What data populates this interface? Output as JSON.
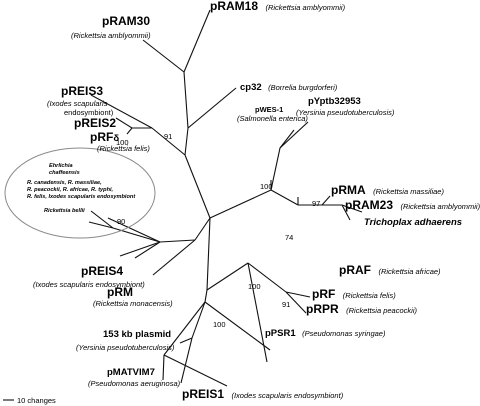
{
  "tree": {
    "scale_bar_label": "10 changes",
    "bootstrap_values": [
      "91",
      "100",
      "90",
      "100",
      "97",
      "74",
      "100",
      "91",
      "100"
    ],
    "nodes": {
      "pRAM18": {
        "name": "pRAM18",
        "host": "(Rickettsia amblyommii)"
      },
      "pRAM30": {
        "name": "pRAM30",
        "host": "(Rickettsia amblyommii)"
      },
      "pREIS3": {
        "name": "pREIS3",
        "host_l1": "(Ixodes scapularis",
        "host_l2": "endosymbiont)"
      },
      "cp32": {
        "name": "cp32",
        "host": "(Borrelia burgdorferi)"
      },
      "pREIS2": {
        "name": "pREIS2"
      },
      "pRFdelta": {
        "name": "pRF",
        "symbol": "δ",
        "host": "(Rickettsia felis)"
      },
      "pWES1": {
        "name": "pWES-1",
        "host": "(Salmonella enterica)"
      },
      "pYptb32953": {
        "name": "pYptb32953",
        "host": "(Yersinia pseudotuberculosis)"
      },
      "pRMA": {
        "name": "pRMA",
        "host": "(Rickettsia massiliae)"
      },
      "pRAM23": {
        "name": "pRAM23",
        "host": "(Rickettsia amblyommii)"
      },
      "trichoplax": {
        "name": "Trichoplax adhaerens"
      },
      "pRAF": {
        "name": "pRAF",
        "host": "(Rickettsia africae)"
      },
      "pREIS4": {
        "name": "pREIS4",
        "host": "(Ixodes scapularis endosymbiont)"
      },
      "pRM": {
        "name": "pRM",
        "host": "(Rickettsia monacensis)"
      },
      "pRF": {
        "name": "pRF",
        "host": "(Rickettsia felis)"
      },
      "pRPR": {
        "name": "pRPR",
        "host": "(Rickettsia peacockii)"
      },
      "pPSR1": {
        "name": "pPSR1",
        "host": "(Pseudomonas syringae)"
      },
      "plasmid153": {
        "name": "153 kb plasmid",
        "host": "(Yersinia pseudotuberculosis)"
      },
      "pMATVIM7": {
        "name": "pMATVIM7",
        "host": "(Pseudomonas aeruginosa)"
      },
      "pREIS1": {
        "name": "pREIS1",
        "host": "(Ixodes scapularis endosymbiont)"
      }
    },
    "inset": {
      "ehrlichia_l1": "Ehrlichia",
      "ehrlichia_l2": "chaffeensis",
      "cluster_l1": "R. canadensis, R. massiliae,",
      "cluster_l2": "R. peacockii, R. africae, R. typhi,",
      "cluster_l3": "R. felis, Ixodes scapularis endosymbiont",
      "bellii": "Rickettsia bellii"
    }
  }
}
